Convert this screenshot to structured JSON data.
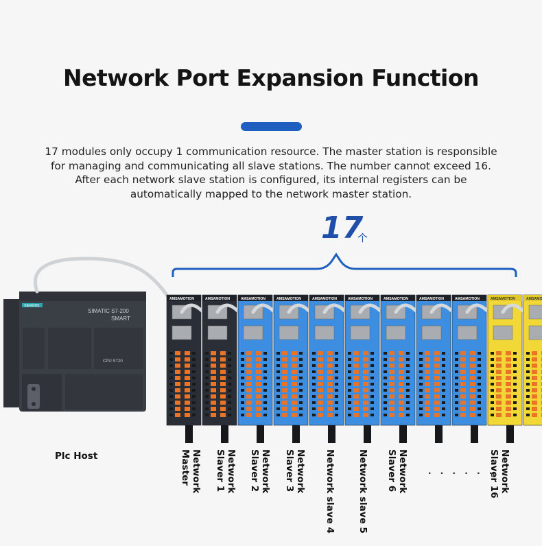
{
  "title": "Network Port Expansion Function",
  "description": "17 modules only occupy 1 communication resource. The master station is responsible for managing and communicating all slave stations. The number cannot exceed 16. After each network slave station is configured, its internal registers can be automatically mapped to the network master station.",
  "module_count": "17",
  "module_count_unit": "个",
  "plc": {
    "brand": "SIEMENS",
    "model": "SIMATIC S7-200",
    "series": "SMART",
    "cpu": "CPU ST20",
    "host_label": "Plc Host"
  },
  "module_brand": "AMSAMOTION",
  "modules": [
    {
      "label": "Network\nMaster"
    },
    {
      "label": "Network\nSlaver 1"
    },
    {
      "label": "Network\nSlaver 2"
    },
    {
      "label": "Network\nSlaver 3"
    },
    {
      "label": "Network slave 4"
    },
    {
      "label": "Network slave 5"
    },
    {
      "label": "Network\nSlaver 6"
    },
    {
      "label": "Network\nSlaver 16"
    }
  ],
  "ellipsis": "· · · · · ·",
  "colors": {
    "accent": "#1f5fbf",
    "count_text": "#1f4fa8",
    "module_dark": "#2a2e36",
    "module_blue": "#3d8ee0",
    "module_yellow": "#f2d837",
    "terminal_orange": "#e8742a"
  }
}
